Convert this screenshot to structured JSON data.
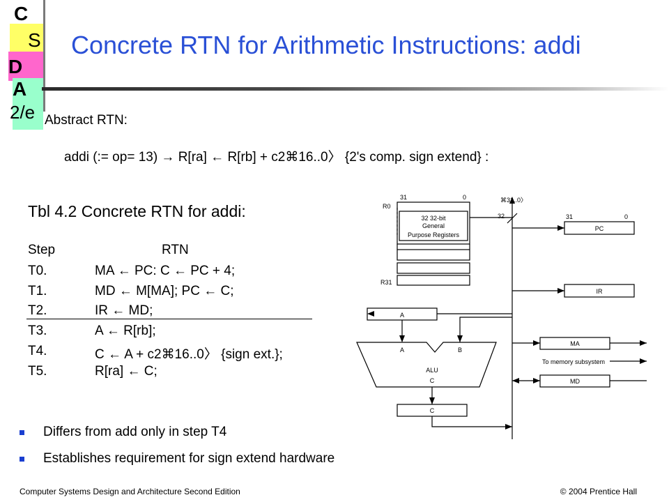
{
  "logo": {
    "letter_c": "C",
    "letter_s": "S",
    "letter_d": "D",
    "letter_a": "A",
    "edition": "2/e",
    "colors": {
      "yellow": "#ffff66",
      "pink": "#ff66cc",
      "green": "#99ffcc"
    }
  },
  "title": "Concrete RTN for Arithmetic Instructions: addi",
  "abstract": {
    "label": "Abstract RTN:",
    "expression": "addi (:= op= 13) → R[ra] ← R[rb] + c2⌘16..0〉 {2's comp.  sign extend} :"
  },
  "table": {
    "heading": "Tbl 4.2 Concrete RTN for addi:",
    "col_step": "Step",
    "col_rtn": "RTN",
    "rows": [
      {
        "step": "T0.",
        "rtn": "MA ← PC:  C ← PC + 4;"
      },
      {
        "step": "T1.",
        "rtn": "MD ← M[MA];  PC ← C;"
      },
      {
        "step": "T2.",
        "rtn": "IR ← MD;"
      },
      {
        "step": "T3.",
        "rtn": "A ← R[rb];"
      },
      {
        "step": "T4.",
        "rtn": "C ← A +  c2⌘16..0〉 {sign ext.};"
      },
      {
        "step": "T5.",
        "rtn": "R[ra] ← C;"
      }
    ]
  },
  "bullets": [
    "Differs from add only in step T4",
    "Establishes requirement for sign extend hardware"
  ],
  "diagram": {
    "r0": "R0",
    "r31": "R31",
    "bit31": "31",
    "bit0": "0",
    "bus_width": "32",
    "bus_label": "⌘31..0〉",
    "gpr_line1": "32 32-bit",
    "gpr_line2": "General",
    "gpr_line3": "Purpose Registers",
    "pc": "PC",
    "ir": "IR",
    "a_reg": "A",
    "alu_a": "A",
    "alu_b": "B",
    "alu": "ALU",
    "alu_c": "C",
    "c_reg": "C",
    "ma": "MA",
    "md": "MD",
    "memory": "To memory subsystem"
  },
  "footer": {
    "left": "Computer Systems Design and Architecture Second Edition",
    "right": "© 2004 Prentice Hall"
  }
}
